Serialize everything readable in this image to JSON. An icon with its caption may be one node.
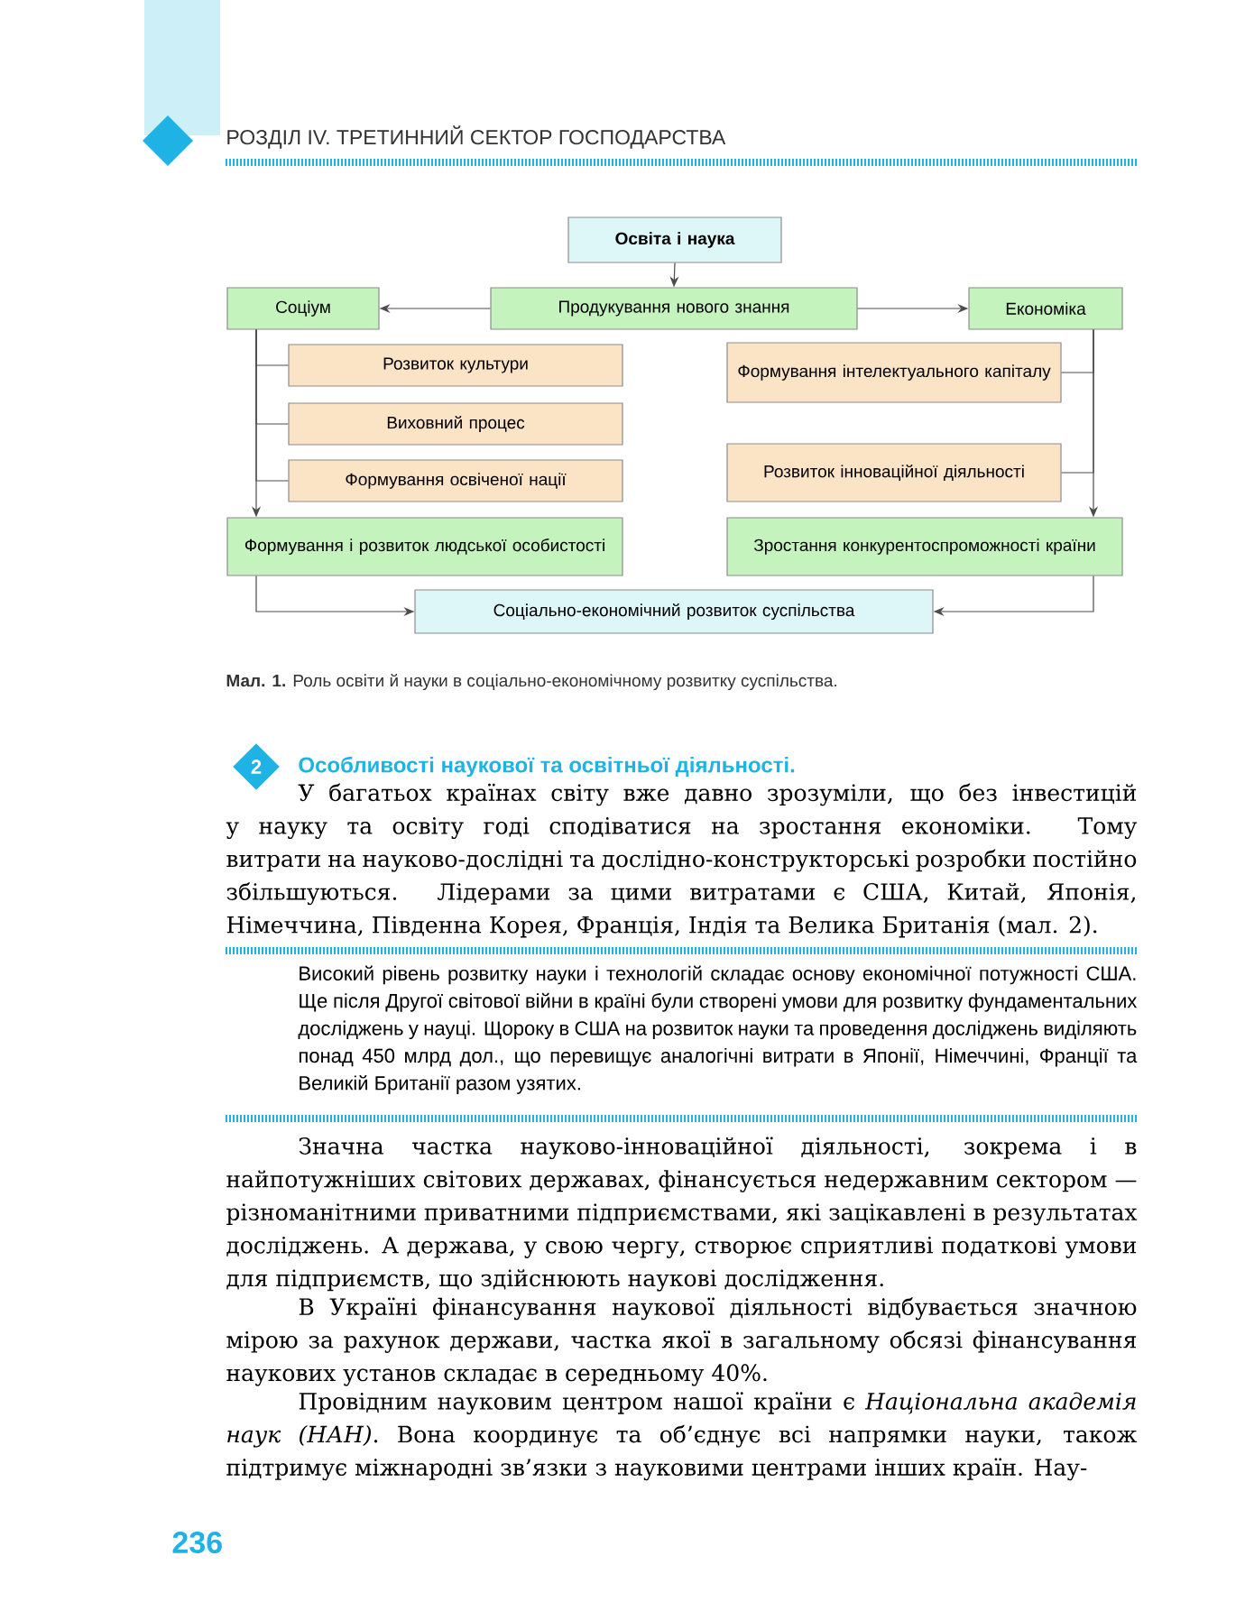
{
  "diagram": {
    "caption": "**Мал. 1.** Роль освіти й науки в соціально-економічному розвитку суспільства.",
    "nodes": [
      {
        "text": [
          "Освіта і наука"
        ]
      },
      {
        "text": [
          "Соціум"
        ]
      },
      {
        "text": [
          "Продукування нового знання"
        ]
      },
      {
        "text": [
          "Економіка"
        ]
      },
      {
        "text": [
          "Розвиток культури"
        ]
      },
      {
        "text": [
          "Виховний процес"
        ]
      },
      {
        "text": [
          "Формування освіченої нації"
        ]
      },
      {
        "text": [
          "Формування інтелектуального капіталу"
        ]
      },
      {
        "text": [
          "Розвиток інноваційної діяльності"
        ]
      },
      {
        "text": [
          "Формування і розвиток людської особистості"
        ]
      },
      {
        "text": [
          "Зростання конкурентоспроможності країни"
        ]
      },
      {
        "text": [
          "Соціально-економічний розвиток суспільства"
        ]
      }
    ],
    "edges": [
      {
        "from": 0,
        "to": 2,
        "arrow": "to"
      },
      {
        "from": 2,
        "to": 1,
        "arrow": "to"
      },
      {
        "from": 2,
        "to": 3,
        "arrow": "to"
      },
      {
        "from": 1,
        "to": 4,
        "arrow": "none"
      },
      {
        "from": 1,
        "to": 5,
        "arrow": "none"
      },
      {
        "from": 1,
        "to": 6,
        "arrow": "none"
      },
      {
        "from": 1,
        "to": 9,
        "arrow": "to"
      },
      {
        "from": 3,
        "to": 7,
        "arrow": "none"
      },
      {
        "from": 3,
        "to": 8,
        "arrow": "none"
      },
      {
        "from": 3,
        "to": 10,
        "arrow": "to"
      },
      {
        "from": 9,
        "to": 11,
        "arrow": "to"
      },
      {
        "from": 10,
        "to": 11,
        "arrow": "to"
      }
    ],
    "labels": [
      "РОЗДІЛ IV. ТРЕТИННИЙ СЕКТОР ГОСПОДАРСТВА",
      "2",
      "Особливості наукової та освітньої діяльності.",
      "У багатьох країнах світу вже давно зрозуміли, що без інвестицій у науку та освіту годі сподіватися на зростання економіки. Тому витрати на науково-дослідні та дослідно-конструкторські розробки постійно збільшуються. Лідерами за цими витратами є США, Китай, Японія, Німеччина, Південна Корея, Франція, Індія та Велика Британія (мал. 2).",
      "Високий рівень розвитку науки і технологій складає основу економічної потужності США. Ще після Другої світової війни в країні були створені умови для розвитку фундаментальних досліджень у науці. Щороку в США на розвиток науки та проведення досліджень виділяють понад 450 млрд дол., що перевищує аналогічні витрати в Японії, Німеччині, Франції та Великій Британії разом узятих.",
      "Значна частка науково-інноваційної діяльності, зокрема і в найпотужніших світових державах, фінансується недержавним сектором — різноманітними приватними підприємствами, які зацікавлені в результатах досліджень. А держава, у свою чергу, створює сприятливі податкові умови для підприємств, що здійснюють наукові дослідження.",
      "В Україні фінансування наукової діяльності відбувається значною мірою за рахунок держави, частка якої в загальному обсязі фінансування наукових установ складає в середньому 40%.",
      "Провідним науковим центром нашої країни є *Національна академія наук (НАН)*. Вона координує та об’єднує всі напрямки науки, також підтримує міжнародні зв’язки з науковими центрами інших країн. Нау-",
      "236"
    ]
  }
}
